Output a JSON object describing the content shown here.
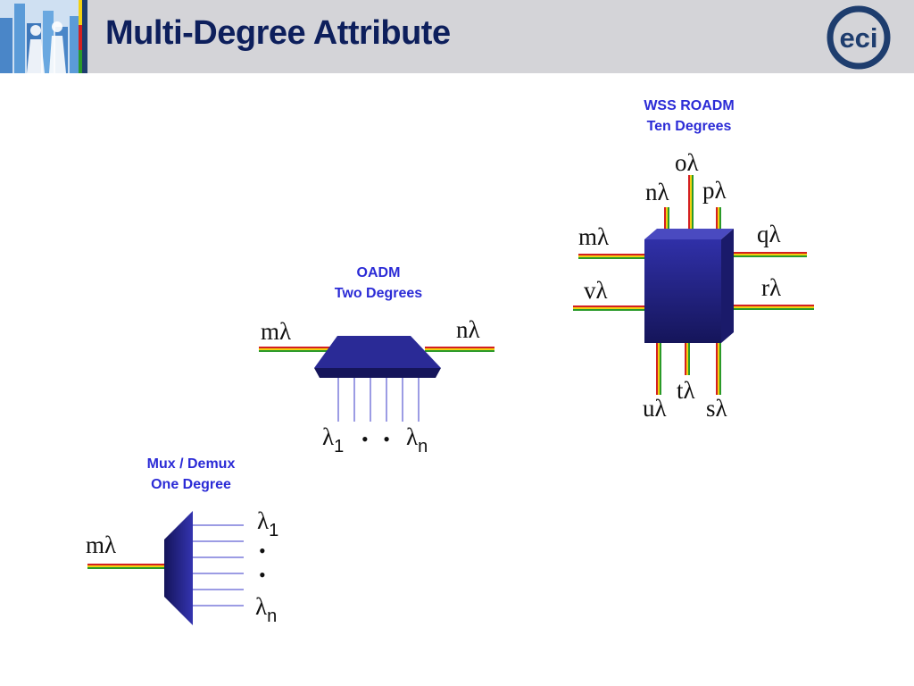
{
  "header": {
    "title": "Multi-Degree Attribute",
    "logo_text": "eci"
  },
  "colors": {
    "title": "#0d1f5c",
    "caption": "#2b2bd6",
    "device_dark": "#1a1a6e",
    "device_mid": "#2d2d9a",
    "fiber_red": "#d42020",
    "fiber_yellow": "#f2d010",
    "fiber_green": "#2a9a2a",
    "logo": "#1e3d6e"
  },
  "wss": {
    "caption_line1": "WSS ROADM",
    "caption_line2": "Ten Degrees",
    "ports": {
      "o": "oλ",
      "n": "nλ",
      "p": "pλ",
      "m": "mλ",
      "q": "qλ",
      "v": "vλ",
      "r": "rλ",
      "u": "uλ",
      "t": "tλ",
      "s": "sλ"
    }
  },
  "oadm": {
    "caption_line1": "OADM",
    "caption_line2": "Two Degrees",
    "west_label": "mλ",
    "east_label": "nλ",
    "drop_first": "λ",
    "drop_first_sub": "1",
    "drop_last": "λ",
    "drop_last_sub": "n",
    "dots": "•   •"
  },
  "mux": {
    "caption_line1": "Mux / Demux",
    "caption_line2": "One Degree",
    "input_label": "mλ",
    "out_first": "λ",
    "out_first_sub": "1",
    "out_last": "λ",
    "out_last_sub": "n",
    "dot": "•"
  }
}
